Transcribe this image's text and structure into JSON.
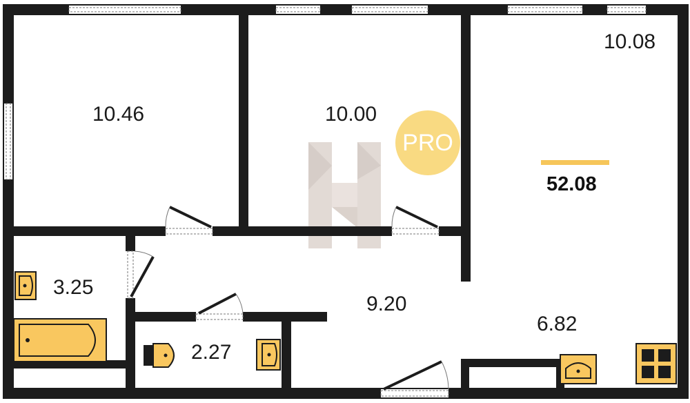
{
  "plan": {
    "total_area": "52.08",
    "watermark_badge": "PRO",
    "rooms": [
      {
        "name": "room-bedroom-left",
        "area": "10.46"
      },
      {
        "name": "room-bedroom-middle",
        "area": "10.00"
      },
      {
        "name": "room-living-kitchen",
        "area": "10.08"
      },
      {
        "name": "room-bathroom",
        "area": "3.25"
      },
      {
        "name": "room-wc",
        "area": "2.27"
      },
      {
        "name": "room-hallway",
        "area": "9.20"
      },
      {
        "name": "room-kitchen-zone",
        "area": "6.82"
      }
    ]
  },
  "colors": {
    "wall": "#1c1c1c",
    "fixture": "#f9c75f",
    "accent_bar": "#f6c65a",
    "badge": "#f9da82",
    "watermark": "#d8cdc7"
  }
}
